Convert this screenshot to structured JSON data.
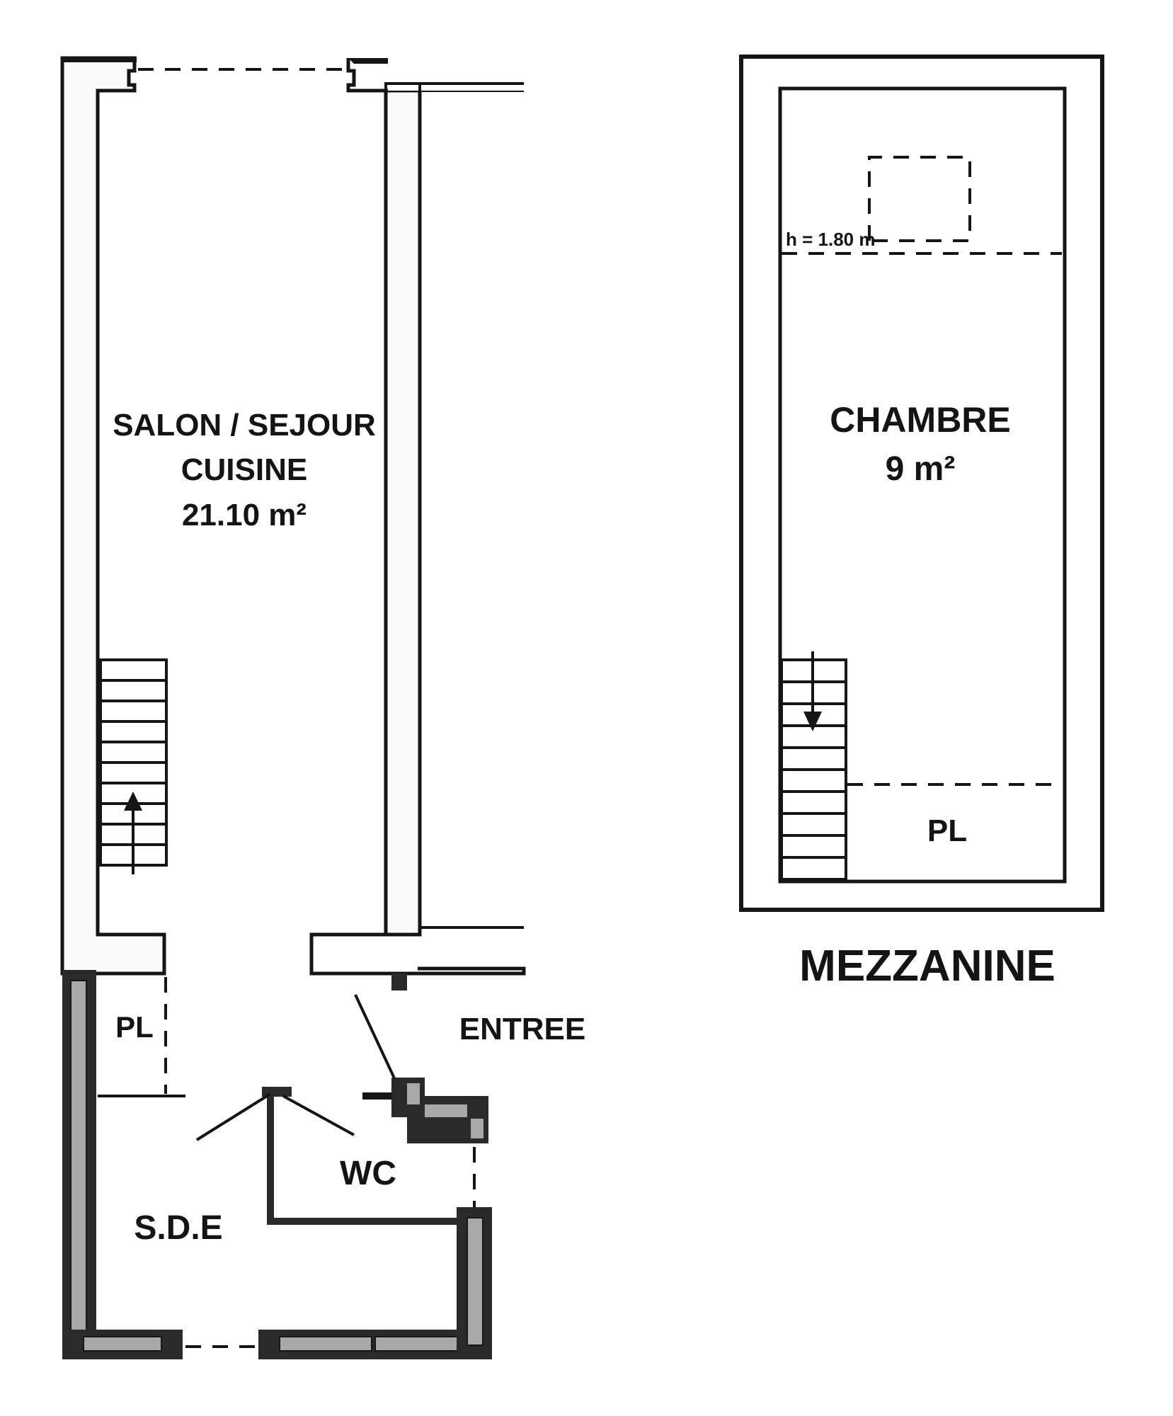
{
  "ground_floor": {
    "living_room": {
      "name_line1": "SALON / SEJOUR",
      "name_line2": "CUISINE",
      "area": "21.10 m²"
    },
    "closet": "PL",
    "entrance": "ENTREE",
    "toilet": "WC",
    "shower_room": "S.D.E"
  },
  "mezzanine": {
    "bedroom": {
      "name": "CHAMBRE",
      "area": "9 m²"
    },
    "closet": "PL",
    "height_note": "h = 1.80 m",
    "title": "MEZZANINE"
  }
}
